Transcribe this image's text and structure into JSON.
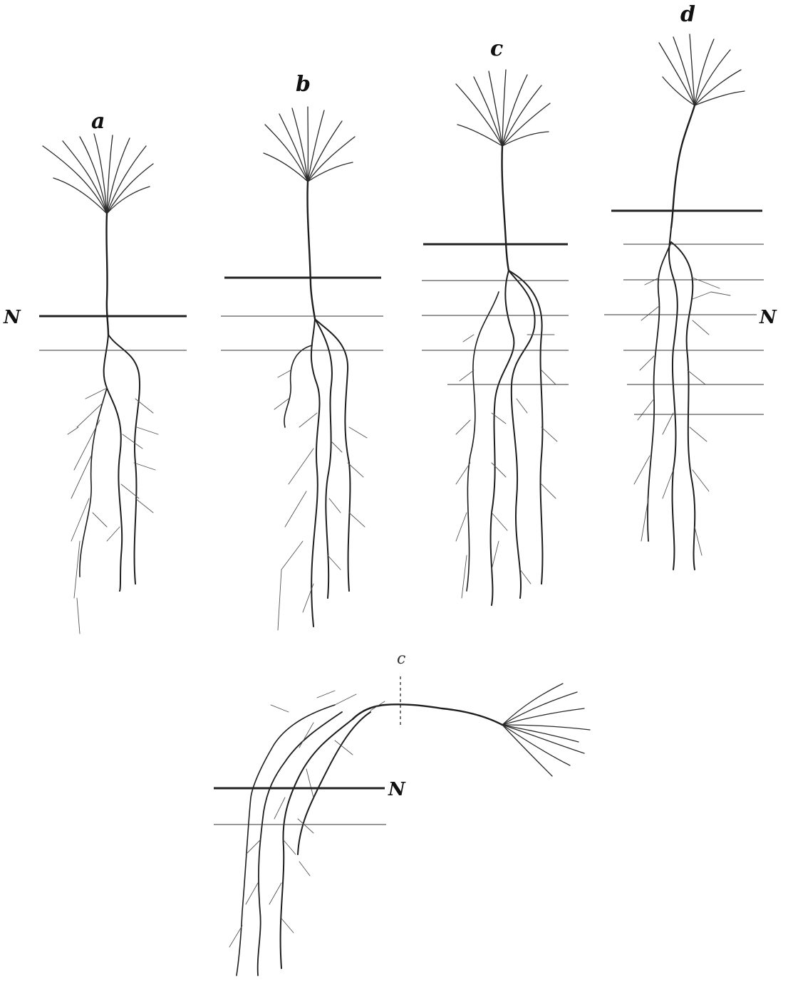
{
  "figure": {
    "labels": {
      "a": "a",
      "b": "b",
      "c": "c",
      "d": "d",
      "e": "c",
      "n_left": "N",
      "n_right": "N",
      "n_bottom": "N"
    },
    "colors": {
      "ink": "#1e1e1e",
      "background": "#ffffff"
    }
  }
}
